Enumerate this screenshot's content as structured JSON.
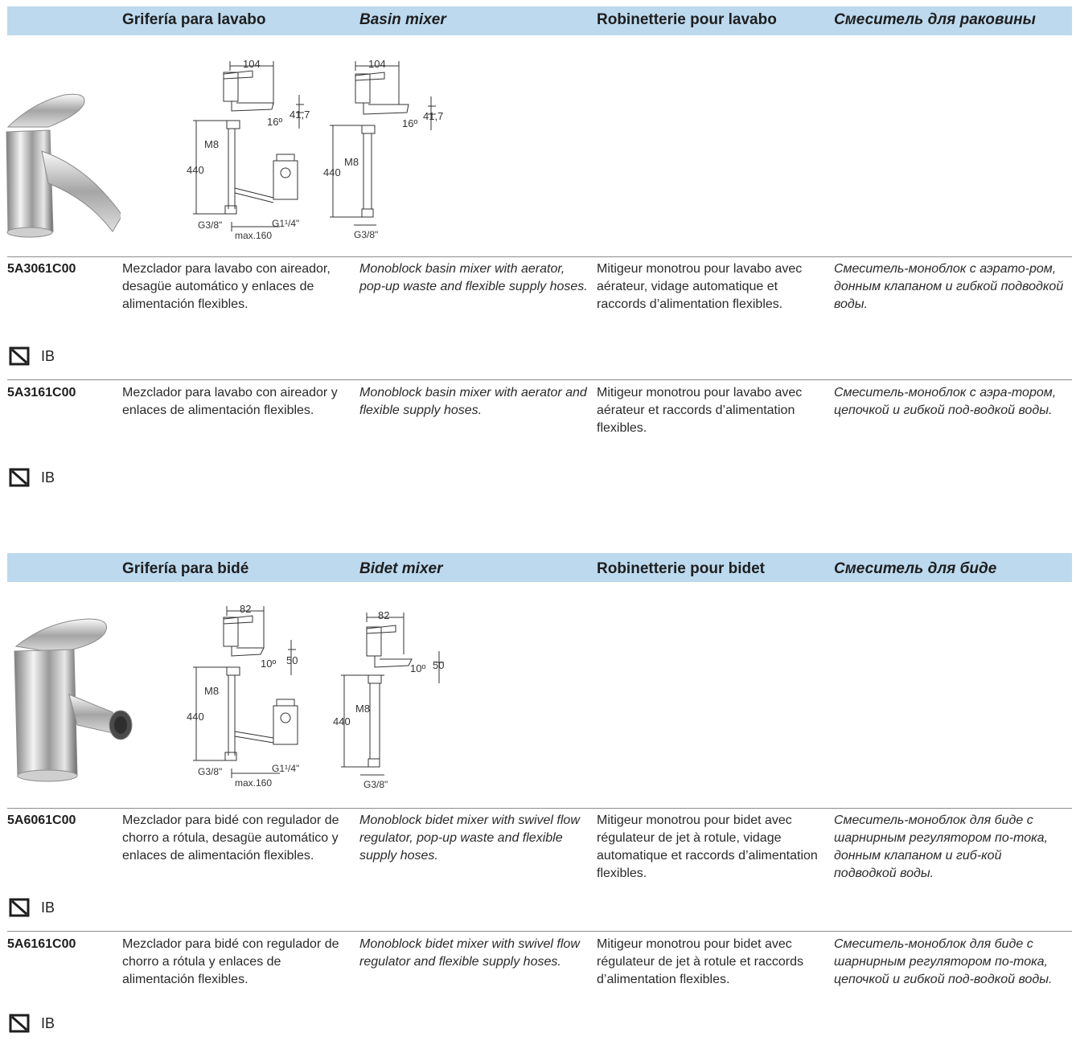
{
  "sections": [
    {
      "headers": [
        "Grifería para lavabo",
        "Basin mixer",
        "Robinetterie pour lavabo",
        "Смеситель для раковины"
      ],
      "drawing_a": {
        "width_dim": "104",
        "angle": "16º",
        "height_dim": "41,7",
        "thread": "M8",
        "length": "440",
        "inlet": "G3/8\"",
        "waste": "G1¹/4\"",
        "max": "max.160"
      },
      "drawing_b": {
        "width_dim": "104",
        "angle": "16º",
        "height_dim": "41,7",
        "thread": "M8",
        "length": "440",
        "inlet": "G3/8\""
      },
      "products": [
        {
          "code": "5A3061C00",
          "es": "Mezclador para lavabo con aireador, desagüe automático y enlaces de alimentación flexibles.",
          "en": "Monoblock basin mixer with aerator, pop-up waste and flexible supply hoses.",
          "fr": "Mitigeur monotrou pour lavabo avec aérateur, vidage automatique et raccords d’alimentation flexibles.",
          "ru": "Смеситель-моноблок с аэрато-ром, донным клапаном и гибкой подводкой воды.",
          "badge": "IB"
        },
        {
          "code": "5A3161C00",
          "es": "Mezclador para lavabo con aireador y enlaces de alimentación flexibles.",
          "en": "Monoblock basin mixer with aerator and flexible supply hoses.",
          "fr": "Mitigeur monotrou pour lavabo avec aérateur et raccords d’alimentation flexibles.",
          "ru": "Смеситель-моноблок с аэра-тором, цепочкой и гибкой под-водкой воды.",
          "badge": "IB"
        }
      ]
    },
    {
      "headers": [
        "Grifería para bidé",
        "Bidet mixer",
        "Robinetterie pour bidet",
        "Смеситель для биде"
      ],
      "drawing_a": {
        "width_dim": "82",
        "angle": "10º",
        "height_dim": "50",
        "thread": "M8",
        "length": "440",
        "inlet": "G3/8\"",
        "waste": "G1¹/4\"",
        "max": "max.160"
      },
      "drawing_b": {
        "width_dim": "82",
        "angle": "10º",
        "height_dim": "50",
        "thread": "M8",
        "length": "440",
        "inlet": "G3/8\""
      },
      "products": [
        {
          "code": "5A6061C00",
          "es": "Mezclador para bidé con regulador de chorro a rótula, desagüe automático y enlaces de alimentación flexibles.",
          "en": "Monoblock bidet mixer with swivel flow regulator, pop-up waste and flexible supply hoses.",
          "fr": "Mitigeur monotrou pour bidet avec régulateur de jet à rotule, vidage automatique et raccords d’alimentation flexibles.",
          "ru": "Смеситель-моноблок для биде с шарнирным регулятором по-тока, донным клапаном и гиб-кой подводкой воды.",
          "badge": "IB"
        },
        {
          "code": "5A6161C00",
          "es": "Mezclador para bidé con regulador de chorro a rótula y enlaces de alimentación flexibles.",
          "en": "Monoblock bidet mixer with swivel flow regulator and flexible supply hoses.",
          "fr": "Mitigeur monotrou pour bidet avec régulateur de jet à rotule et raccords d’alimentation flexibles.",
          "ru": "Смеситель-моноблок для биде с шарнирным регулятором по-тока, цепочкой и гибкой под-водкой воды.",
          "badge": "IB"
        }
      ]
    }
  ]
}
